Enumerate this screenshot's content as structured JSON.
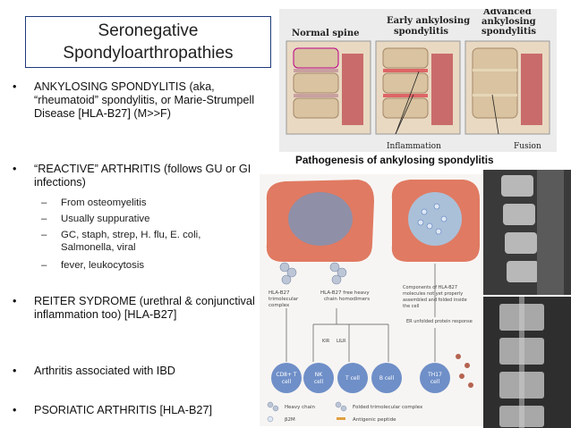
{
  "title": {
    "line1": "Seronegative",
    "line2": "Spondyloarthropathies"
  },
  "bullets": [
    {
      "text": "ANKYLOSING SPONDYLITIS (aka, “rheumatoid” spondylitis, or Marie-Strumpell Disease   [HLA-B27]  (M>>F)"
    },
    {
      "text": "“REACTIVE” ARTHRITIS (follows GU or GI infections)"
    },
    {
      "text": "REITER SYDROME (urethral  & conjunctival inflammation too) [HLA-B27]"
    },
    {
      "text": "Arthritis associated with IBD"
    },
    {
      "text": "PSORIATIC ARTHRITIS [HLA-B27]"
    }
  ],
  "reactive_subitems": [
    "From osteomyelitis",
    "Usually suppurative",
    "GC, staph, strep, H. flu, E. coli, Salmonella, viral",
    "fever, leukocytosis"
  ],
  "spine_figure": {
    "labels": [
      "Normal spine",
      "Early ankylosing spondylitis",
      "Advanced ankylosing spondylitis"
    ],
    "annotations": [
      "Inflammation",
      "Fusion"
    ],
    "caption": "Pathogenesis of ankylosing spondylitis"
  },
  "hla_diagram": {
    "labels": [
      "HLA-B27 trimolecular complex",
      "HLA-B27 free heavy chain homodimers",
      "Components of HLA-B27 molecules not yet properly assembled and folded inside the cell",
      "ER unfolded protein response",
      "KIR",
      "LILR",
      "CD8+ T cell",
      "NK cell",
      "T cell",
      "B cell",
      "TH17 cell",
      "Heavy chain",
      "Folded trimolecular complex",
      "β2M",
      "Antigenic peptide"
    ]
  },
  "colors": {
    "title_border": "#1f3b7a",
    "cell_body": "#e07a62",
    "nucleus": "#8f8fa8",
    "tcell_blue": "#6f8fc8",
    "spine_bg": "#ececec",
    "xray_dark": "#2e2e2e"
  }
}
